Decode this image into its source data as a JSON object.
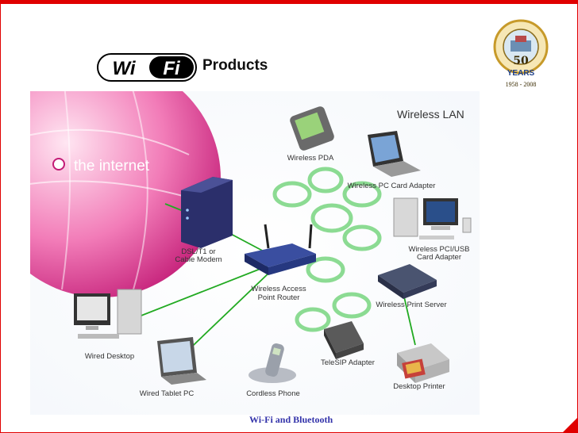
{
  "header": {
    "logo_text": "Wi Fi",
    "title": "Products",
    "seal": {
      "number": "50",
      "word": "YEARS",
      "years": "1958 - 2008"
    }
  },
  "diagram": {
    "heading": "Wireless LAN",
    "internet_label": "the internet",
    "nodes": {
      "pda": "Wireless PDA",
      "pc_card": "Wireless PC Card Adapter",
      "pci_usb_1": "Wireless PCI/USB",
      "pci_usb_2": "Card Adapter",
      "modem_1": "DSL/T1 or",
      "modem_2": "Cable Modem",
      "router_1": "Wireless Access",
      "router_2": "Point Router",
      "print_server": "Wireless Print Server",
      "desktop": "Wired Desktop",
      "tablet": "Wired Tablet PC",
      "phone": "Cordless Phone",
      "telesip": "TeleSIP Adapter",
      "printer": "Desktop Printer"
    }
  },
  "footer": {
    "text": "Wi-Fi and Bluetooth"
  },
  "colors": {
    "accent_red": "#e00000",
    "link_green": "#22aa22",
    "footer_blue": "#3333aa"
  }
}
